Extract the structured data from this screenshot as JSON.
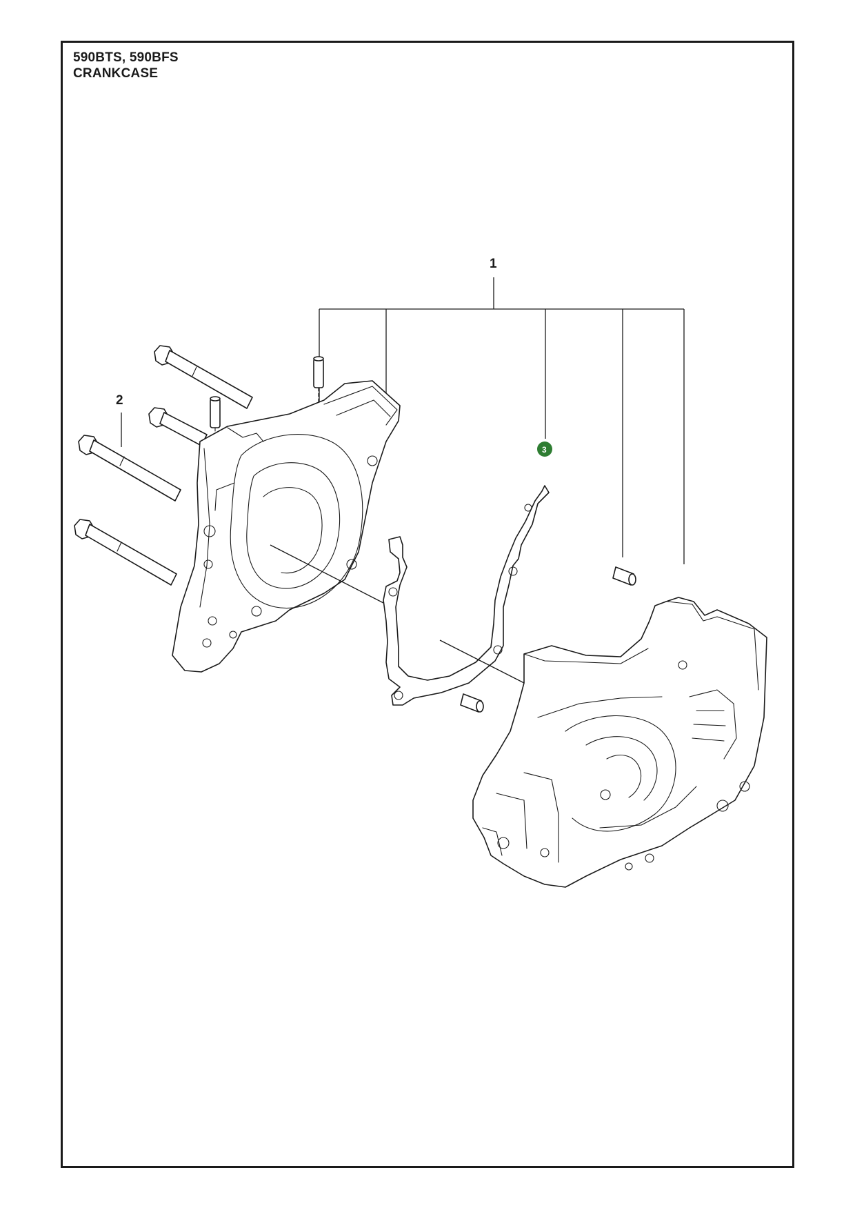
{
  "header": {
    "model_line": "590BTS, 590BFS",
    "section_title": "CRANKCASE"
  },
  "callouts": {
    "item_1": "1",
    "item_2": "2",
    "item_3": "3"
  },
  "colors": {
    "line": "#1a1a1a",
    "badge": "#2e7d32"
  }
}
